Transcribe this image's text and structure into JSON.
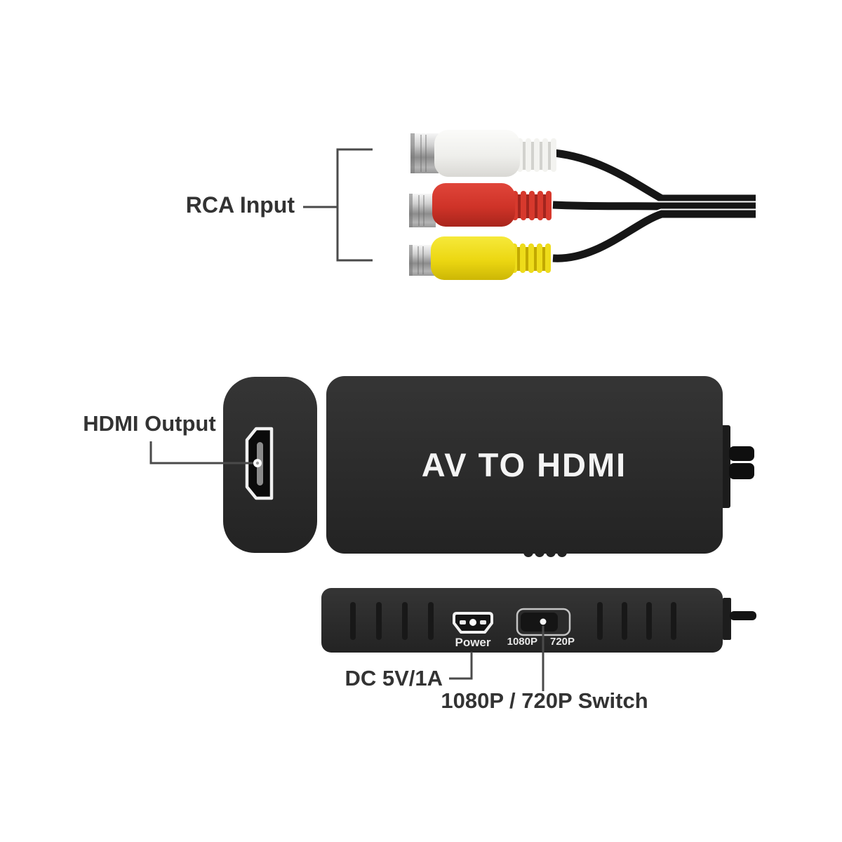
{
  "scene": "AV to HDMI converter adapter product diagram",
  "device": {
    "title": "AV TO HDMI",
    "power_port_label": "Power",
    "switch_label": {
      "left": "1080P",
      "right": "720P"
    }
  },
  "annotations": {
    "rca_input": "RCA Input",
    "hdmi_output": "HDMI Output",
    "dc_rating": "DC 5V/1A",
    "switch": "1080P / 720P Switch"
  },
  "connectors": {
    "items": [
      {
        "color_name": "white",
        "hex": "#f2f2ef"
      },
      {
        "color_name": "red",
        "hex": "#d5372c"
      },
      {
        "color_name": "yellow",
        "hex": "#efdb16"
      }
    ]
  },
  "colors": {
    "device_body": "#2d2d2d",
    "cable": "#161616",
    "annotation_line": "#4a4a4a",
    "annotation_text": "#333333",
    "port_outline": "#f0f0f0"
  }
}
